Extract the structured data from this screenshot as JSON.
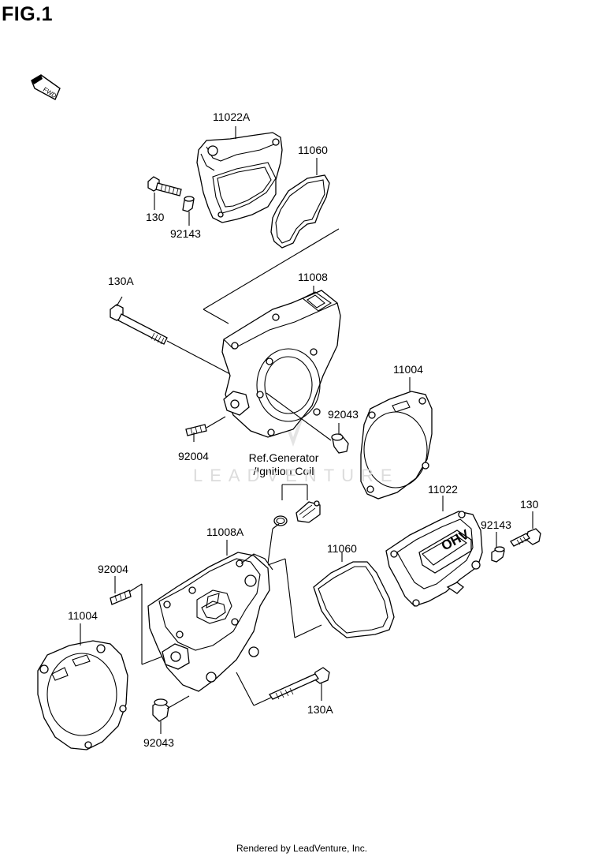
{
  "figure": {
    "title": "FIG.1"
  },
  "fwd_arrow": {
    "label": "FWD"
  },
  "parts": {
    "p_11022A": "11022A",
    "p_11060_top": "11060",
    "p_130_top": "130",
    "p_92143_top": "92143",
    "p_130A_top": "130A",
    "p_11008": "11008",
    "p_11004_right": "11004",
    "p_92043_top": "92043",
    "p_92004_top": "92004",
    "p_11022": "11022",
    "p_130_right": "130",
    "p_92143_right": "92143",
    "p_11008A": "11008A",
    "p_11060_bottom": "11060",
    "p_92004_bottom": "92004",
    "p_11004_left": "11004",
    "p_92043_bottom": "92043",
    "p_130A_bottom": "130A"
  },
  "reference": {
    "line1": "Ref.Generator",
    "line2": "/Ignition Coil"
  },
  "watermark": {
    "text": "LEADVENTURE"
  },
  "cover_emblem": {
    "text": "OHV"
  },
  "footer": {
    "text": "Rendered by LeadVenture, Inc."
  }
}
